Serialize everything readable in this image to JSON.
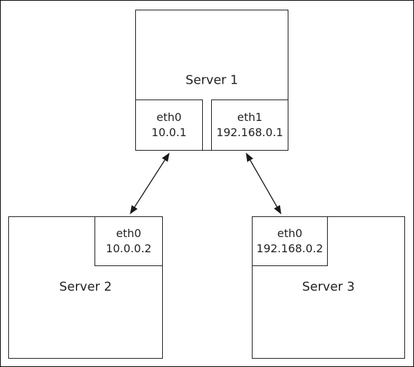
{
  "servers": {
    "server1": {
      "label": "Server 1",
      "eth0": {
        "name": "eth0",
        "ip": "10.0.1"
      },
      "eth1": {
        "name": "eth1",
        "ip": "192.168.0.1"
      }
    },
    "server2": {
      "label": "Server 2",
      "eth0": {
        "name": "eth0",
        "ip": "10.0.0.2"
      }
    },
    "server3": {
      "label": "Server 3",
      "eth0": {
        "name": "eth0",
        "ip": "192.168.0.2"
      }
    }
  },
  "colors": {
    "stroke": "#1a1a1a",
    "background": "#ffffff"
  }
}
